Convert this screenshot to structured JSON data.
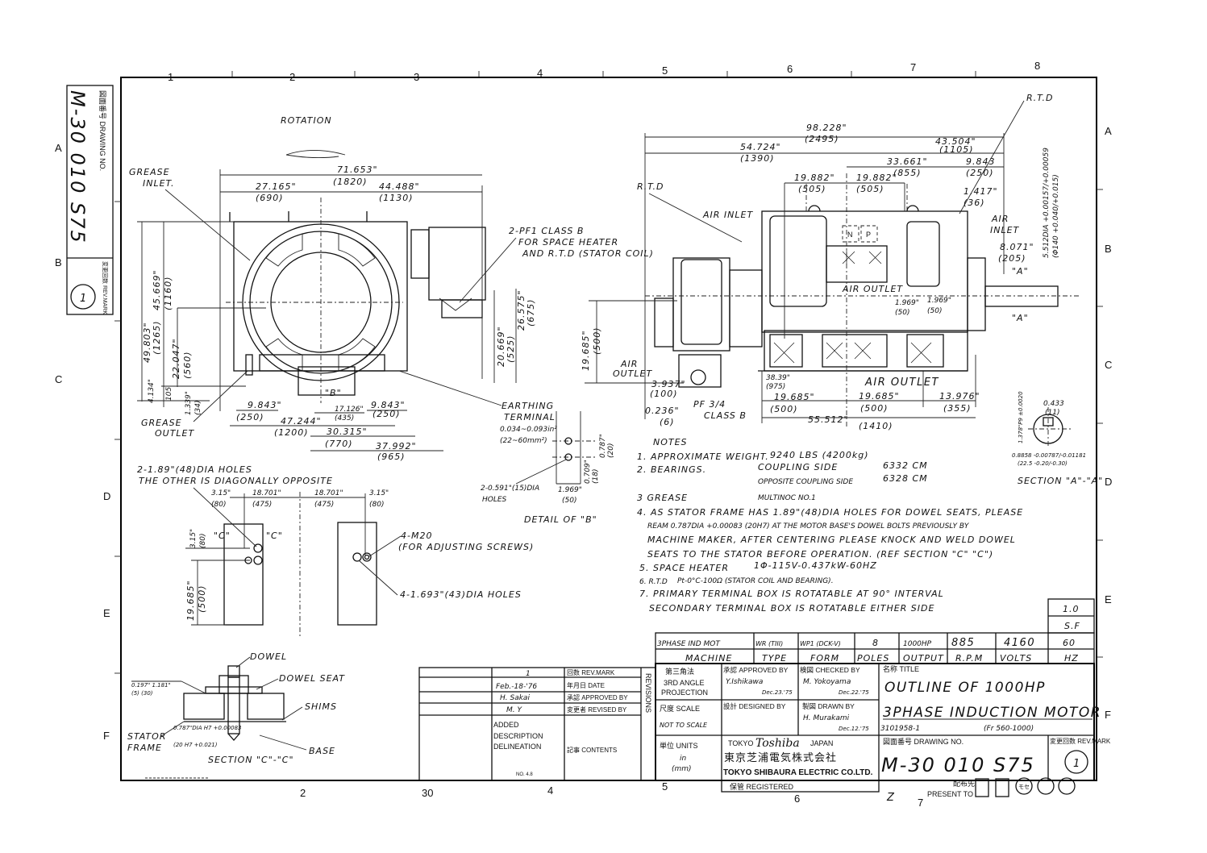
{
  "border": {
    "top_numbers": [
      "1",
      "2",
      "3",
      "4",
      "5",
      "6",
      "7",
      "8"
    ],
    "left_letters": [
      "A",
      "B",
      "C",
      "D",
      "E",
      "F"
    ],
    "right_letters": [
      "A",
      "B",
      "C",
      "D",
      "E",
      "F"
    ],
    "bottom_numbers": [
      "2",
      "30",
      "4",
      "5",
      "6",
      "7"
    ]
  },
  "side_tag": {
    "drawing_no": "M-30 010 S75",
    "drawing_no_label": "図面番号 DRAWING NO.",
    "rev_label": "変更回数 REV.MARK",
    "rev": "1"
  },
  "front_view": {
    "rotation": "ROTATION",
    "grease_inlet": [
      "GREASE",
      "INLET."
    ],
    "grease_outlet": [
      "GREASE",
      "OUTLET"
    ],
    "pf_note": [
      "2-PF1 CLASS B",
      "FOR SPACE HEATER",
      "AND R.T.D (STATOR COIL)"
    ],
    "earthing": [
      "EARTHING",
      "TERMINAL",
      "0.034~0.093in²",
      "(22~60mm²)"
    ],
    "dims": {
      "overall": [
        "71.653\"",
        "(1820)"
      ],
      "left": [
        "27.165\"",
        "(690)"
      ],
      "right": [
        "44.488\"",
        "(1130)"
      ],
      "height": [
        "49.803\"",
        "(1265)"
      ],
      "h2": [
        "45.669\"",
        "(1160)"
      ],
      "h3": [
        "22.047\"",
        "(560)"
      ],
      "h4": [
        "1.339\"",
        "(34)"
      ],
      "h5": [
        "4.134\"",
        "105"
      ],
      "b1": [
        "9.843\"",
        "(250)"
      ],
      "b2": [
        "17.126\"",
        "(435)"
      ],
      "b3": [
        "9.843\"",
        "(250)"
      ],
      "b4": [
        "47.244\"",
        "(1200)"
      ],
      "b5": [
        "30.315\"",
        "(770)"
      ],
      "b6": [
        "37.992\"",
        "(965)"
      ],
      "tb1": [
        "20.669\"",
        "(525)"
      ],
      "tb2": [
        "26.575\"",
        "(675)"
      ]
    },
    "b_mark": "\"B\""
  },
  "side_view": {
    "rtd_top": "R.T.D",
    "rtd_left": "R.T.D",
    "air_inlet_left": "AIR INLET",
    "air_inlet_right": [
      "AIR",
      "INLET"
    ],
    "air_outlet_top": "AIR OUTLET",
    "air_outlet_left": [
      "AIR",
      "OUTLET"
    ],
    "air_outlet_bottom": "AIR OUTLET",
    "np": [
      "N",
      "P"
    ],
    "pf_class": [
      "PF 3/4",
      "CLASS B"
    ],
    "section_mark": "\"A\"",
    "dims": {
      "overall": [
        "98.228\"",
        "(2495)"
      ],
      "d1": [
        "54.724\"",
        "(1390)"
      ],
      "d2": [
        "43.504\"",
        "(1105)"
      ],
      "d3": [
        "33.661\"",
        "(855)"
      ],
      "d4": [
        "9.843",
        "(250)"
      ],
      "d5": [
        "19.882\"",
        "(505)"
      ],
      "d6": [
        "19.882\"",
        "(505)"
      ],
      "d7": [
        "1.417\"",
        "(36)"
      ],
      "d8": [
        "8.071\"",
        "(205)"
      ],
      "d9": [
        "1.969\"",
        "(50)"
      ],
      "d10": [
        "1.969\"",
        "(50)"
      ],
      "d11": [
        "19.685\"",
        "(500)"
      ],
      "d12": [
        "3.937\"",
        "(100)"
      ],
      "d13": [
        "0.236\"",
        "(6)"
      ],
      "d14": [
        "38.39\"",
        "(975)"
      ],
      "d15": [
        "19.685\"",
        "(500)"
      ],
      "d16": [
        "19.685\"",
        "(500)"
      ],
      "d17": [
        "13.976\"",
        "(355)"
      ],
      "d18": [
        "55.512\"",
        "(1410)"
      ],
      "shaft": [
        "5.512DIA +0.00157/+0.00059",
        "(Φ140 +0.040/+0.015)"
      ]
    }
  },
  "section_aa": {
    "title": "SECTION \"A\"-\"A\"",
    "d1": [
      "0.433",
      "(11)"
    ],
    "d2": [
      "0.8858 -0.00787/-0.01181",
      "(22.5 -0.20/-0.30)"
    ],
    "d3": "1.378\"P9 ±0.0020"
  },
  "detail_b": {
    "title": "DETAIL OF \"B\"",
    "holes": [
      "2-0.591\"(15)DIA",
      "HOLES"
    ],
    "d1": [
      "1.969\"",
      "(50)"
    ],
    "d2": [
      "0.709\"",
      "(18)"
    ],
    "d3": [
      "0.787\"",
      "(20)"
    ]
  },
  "base_plan": {
    "dowel_holes": [
      "2-1.89\"(48)DIA HOLES",
      "THE OTHER IS DIAGONALLY OPPOSITE"
    ],
    "d1": [
      "3.15\"",
      "(80)"
    ],
    "d2": [
      "18.701\"",
      "(475)"
    ],
    "d3": [
      "18.701\"",
      "(475)"
    ],
    "d4": [
      "3.15\"",
      "(80)"
    ],
    "d5": [
      "3.15\"",
      "(80)"
    ],
    "d6": [
      "19.685\"",
      "(500)"
    ],
    "c_mark_1": "\"C\"",
    "c_mark_2": "\"C\"",
    "m20": [
      "4-M20",
      "(FOR ADJUSTING SCREWS)"
    ],
    "holes43": "4-1.693\"(43)DIA HOLES"
  },
  "section_cc": {
    "title": "SECTION \"C\"-\"C\"",
    "dowel": "DOWEL",
    "dowel_seat": "DOWEL SEAT",
    "shims": "SHIMS",
    "stator": [
      "STATOR",
      "FRAME"
    ],
    "base": "BASE",
    "weld": [
      "0.197\" 1.181\"",
      "(5)   (30)"
    ],
    "ream": [
      "0.787\"DIA H7 +0.00083",
      "(20 H7 +0.021)"
    ]
  },
  "notes": {
    "title": "NOTES",
    "items": [
      {
        "label": "1. APPROXIMATE WEIGHT.",
        "value": "9240 LBS (4200kg)"
      },
      {
        "label": "2. BEARINGS.",
        "sub": [
          [
            "COUPLING SIDE",
            "6332 CM"
          ],
          [
            "OPPOSITE COUPLING SIDE",
            "6328 CM"
          ]
        ]
      },
      {
        "label": "3 GREASE",
        "value": "MULTINOC NO.1"
      },
      {
        "lines": [
          "4. AS STATOR FRAME HAS 1.89\"(48)DIA HOLES FOR DOWEL SEATS, PLEASE",
          "REAM 0.787DIA +0.00083 (20H7) AT THE MOTOR BASE'S DOWEL BOLTS PREVIOUSLY BY",
          "MACHINE MAKER, AFTER CENTERING PLEASE KNOCK AND WELD DOWEL",
          "SEATS TO THE STATOR BEFORE OPERATION. (REF SECTION \"C\" \"C\")"
        ]
      },
      {
        "label": "5. SPACE HEATER",
        "value": "1Φ-115V-0.437kW-60HZ"
      },
      {
        "label": "6. R.T.D",
        "value": "Pt-0°C-100Ω (STATOR COIL AND BEARING)."
      },
      {
        "lines": [
          "7. PRIMARY TERMINAL BOX IS ROTATABLE AT 90° INTERVAL",
          "SECONDARY TERMINAL BOX IS ROTATABLE EITHER SIDE"
        ]
      }
    ]
  },
  "ratings": {
    "sf_value": "1.0",
    "sf_label": "S.F",
    "values": [
      "3PHASE IND MOT",
      "WR (TIII)",
      "WP1 (DCK-V)",
      "8",
      "1000HP",
      "885",
      "4160",
      "60"
    ],
    "labels": [
      "MACHINE",
      "TYPE",
      "FORM",
      "POLES",
      "OUTPUT",
      "R.P.M",
      "VOLTS",
      "HZ"
    ]
  },
  "title_block": {
    "projection": [
      "第三角法",
      "3RD ANGLE",
      "PROJECTION"
    ],
    "approved_label": "承認 APPROVED BY",
    "approved_name": "Y.Ishikawa",
    "approved_date": "Dec.23.'75",
    "checked_label": "検図 CHECKED BY",
    "checked_name": "M. Yokoyama",
    "checked_date": "Dec.22.'75",
    "scale_label": "尺度 SCALE",
    "scale_value": "NOT TO SCALE",
    "designed_label": "設計 DESIGNED BY",
    "drawn_label": "製図 DRAWN BY",
    "drawn_name": "H. Murakami",
    "drawn_date": "Dec.12.'75",
    "units_label": "単位 UNITS",
    "units_value": [
      "in",
      "(mm)"
    ],
    "title_label": "名称 TITLE",
    "title_line1": "OUTLINE OF 1000HP",
    "title_line2": "3PHASE INDUCTION MOTOR",
    "ref": "3101958-1",
    "frame": "(Fr 560-1000)",
    "company_top": [
      "TOKYO",
      "Toshiba",
      "JAPAN"
    ],
    "company_jp": "東京芝浦電気株式会社",
    "company_en": "TOKYO SHIBAURA ELECTRIC CO.LTD.",
    "drawing_no_label": "図面番号 DRAWING NO.",
    "drawing_no": "M-30 010 S75",
    "rev_label": "変更回数 REV.MARK",
    "rev": "1",
    "registered": "保管 REGISTERED",
    "present_to": [
      "配布先",
      "PRESENT TO"
    ],
    "present_code": "Z",
    "present_stamp": "モセ"
  },
  "revisions": {
    "rev_mark": "1",
    "date": "Feb.-18-'76",
    "approved": "H. Sakai",
    "revised": "M. Y",
    "contents": [
      "ADDED",
      "DESCRIPTION",
      "DELINEATION"
    ],
    "stamp": "NO. 4.8",
    "labels": [
      "回数 REV.MARK",
      "年月日 DATE",
      "承認 APPROVED BY",
      "変更者 REVISED BY",
      "記事 CONTENTS"
    ],
    "side_label": "REVISIONS"
  }
}
